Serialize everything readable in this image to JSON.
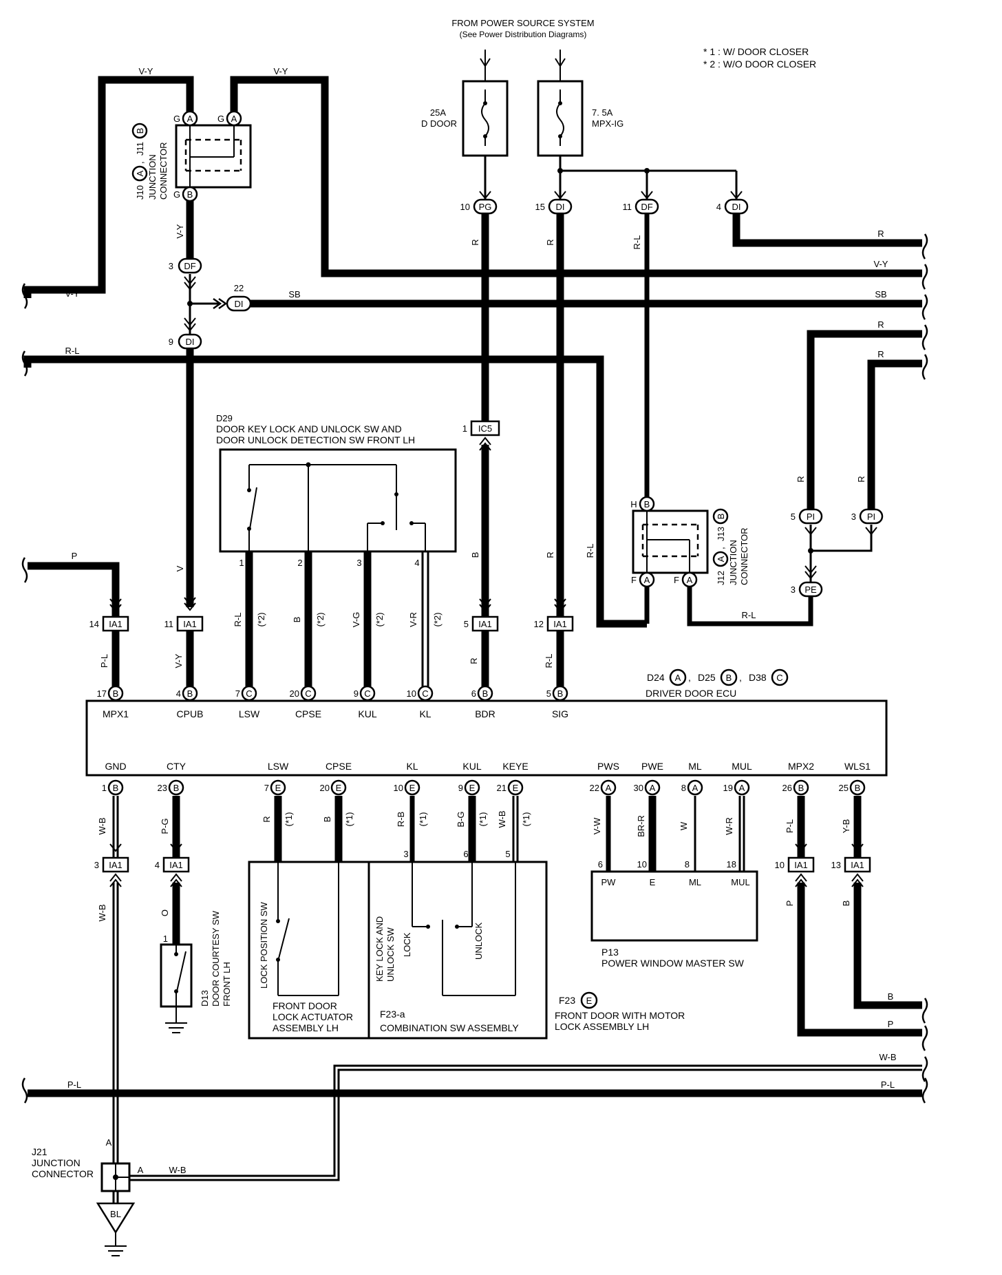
{
  "header": {
    "power_source": "FROM POWER SOURCE SYSTEM",
    "power_source_note": "(See Power Distribution Diagrams)",
    "legend_1": "* 1 : W/ DOOR CLOSER",
    "legend_2": "* 2 : W/O DOOR CLOSER"
  },
  "fuses": [
    {
      "rating": "25A",
      "name": "D DOOR"
    },
    {
      "rating": "7. 5A",
      "name": "MPX-IG"
    }
  ],
  "components": {
    "d29_id": "D29",
    "d29_name_1": "DOOR KEY LOCK AND UNLOCK SW AND",
    "d29_name_2": "DOOR UNLOCK DETECTION SW FRONT LH",
    "ecu_id": "D24",
    "ecu_id2": "D25",
    "ecu_id3": "D38",
    "ecu_name": "DRIVER DOOR ECU",
    "j10": "J10",
    "j11": "J11",
    "j12": "J12",
    "j13": "J13",
    "junction_connector": "JUNCTION CONNECTOR",
    "junction_line1": "JUNCTION",
    "junction_line2": "CONNECTOR",
    "j21": "J21",
    "d13": "D13",
    "d13_name_1": "DOOR COURTESY SW",
    "d13_name_2": "FRONT LH",
    "lock_position_sw": "LOCK POSITION SW",
    "actuator_1": "FRONT DOOR",
    "actuator_2": "LOCK ACTUATOR",
    "actuator_3": "ASSEMBLY LH",
    "key_lock_1": "KEY LOCK AND",
    "key_lock_2": "UNLOCK SW",
    "lock": "LOCK",
    "unlock": "UNLOCK",
    "f23a": "F23-a",
    "combination_sw": "COMBINATION SW ASSEMBLY",
    "f23": "F23",
    "f23_name_1": "FRONT DOOR WITH MOTOR",
    "f23_name_2": "LOCK ASSEMBLY LH",
    "p13": "P13",
    "p13_name": "POWER WINDOW MASTER SW",
    "bl": "BL"
  },
  "ecu_top_pins": [
    {
      "num": "17",
      "tag": "B",
      "label": "MPX1"
    },
    {
      "num": "4",
      "tag": "B",
      "label": "CPUB"
    },
    {
      "num": "7",
      "tag": "C",
      "label": "LSW"
    },
    {
      "num": "20",
      "tag": "C",
      "label": "CPSE"
    },
    {
      "num": "9",
      "tag": "C",
      "label": "KUL"
    },
    {
      "num": "10",
      "tag": "C",
      "label": "KL"
    },
    {
      "num": "6",
      "tag": "B",
      "label": "BDR"
    },
    {
      "num": "5",
      "tag": "B",
      "label": "SIG"
    }
  ],
  "ecu_bottom_pins": [
    {
      "num": "1",
      "tag": "B",
      "label": "GND"
    },
    {
      "num": "23",
      "tag": "B",
      "label": "CTY"
    },
    {
      "num": "7",
      "tag": "E",
      "label": "LSW"
    },
    {
      "num": "20",
      "tag": "E",
      "label": "CPSE"
    },
    {
      "num": "10",
      "tag": "E",
      "label": "KL"
    },
    {
      "num": "9",
      "tag": "E",
      "label": "KUL"
    },
    {
      "num": "21",
      "tag": "E",
      "label": "KEYE"
    },
    {
      "num": "22",
      "tag": "A",
      "label": "PWS"
    },
    {
      "num": "30",
      "tag": "A",
      "label": "PWE"
    },
    {
      "num": "8",
      "tag": "A",
      "label": "ML"
    },
    {
      "num": "19",
      "tag": "A",
      "label": "MUL"
    },
    {
      "num": "26",
      "tag": "B",
      "label": "MPX2"
    },
    {
      "num": "25",
      "tag": "B",
      "label": "WLS1"
    }
  ],
  "connectors": {
    "pg": "PG",
    "di": "DI",
    "df": "DF",
    "ic5": "IC5",
    "ia1": "IA1",
    "pi": "PI",
    "pe": "PE",
    "a": "A",
    "b": "B",
    "g": "G",
    "h": "H",
    "f": "F",
    "e": "E"
  },
  "pin_numbers": {
    "n1": "1",
    "n2": "2",
    "n3": "3",
    "n4": "4",
    "n5": "5",
    "n6": "6",
    "n8": "8",
    "n9": "9",
    "n10": "10",
    "n11": "11",
    "n12": "12",
    "n13": "13",
    "n14": "14",
    "n15": "15",
    "n18": "18",
    "n22": "22"
  },
  "p13_pins": [
    "PW",
    "E",
    "ML",
    "MUL"
  ],
  "wire_colors": {
    "vy": "V-Y",
    "sb": "SB",
    "r": "R",
    "rl": "R-L",
    "p": "P",
    "pl": "P-L",
    "v": "V",
    "b": "B",
    "vg": "V-G",
    "vr": "V-R",
    "wb": "W-B",
    "pg": "P-G",
    "o": "O",
    "rb": "R-B",
    "bg": "B-G",
    "vw": "V-W",
    "brr": "BR-R",
    "w": "W",
    "wr": "W-R",
    "yb": "Y-B"
  },
  "notes": {
    "s1": "(*1)",
    "s2": "(*2)"
  }
}
